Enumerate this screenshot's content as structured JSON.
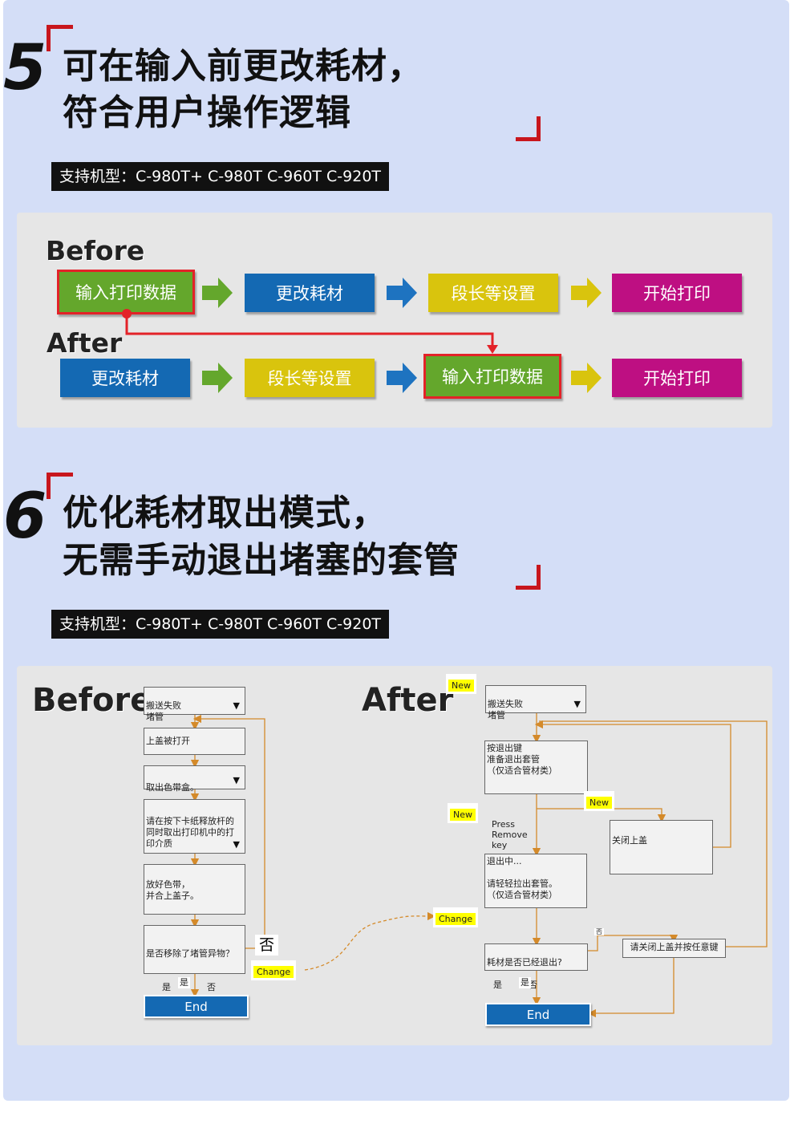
{
  "section5": {
    "number": "5",
    "title_line1": "可在输入前更改耗材，",
    "title_line2": "符合用户操作逻辑",
    "support": "支持机型：C-980T+ C-980T C-960T C-920T",
    "before_label": "Before",
    "after_label": "After",
    "before_steps": [
      "输入打印数据",
      "更改耗材",
      "段长等设置",
      "开始打印"
    ],
    "after_steps": [
      "更改耗材",
      "段长等设置",
      "输入打印数据",
      "开始打印"
    ]
  },
  "section6": {
    "number": "6",
    "title_line1": "优化耗材取出模式，",
    "title_line2": "无需手动退出堵塞的套管",
    "support": "支持机型：C-980T+ C-980T C-960T C-920T",
    "before": {
      "label": "Before",
      "box1": "搬送失败\n堵管",
      "box2": "上盖被打开",
      "box3": "取出色带盒。",
      "box4": "请在按下卡纸释放杆的\n同时取出打印机中的打\n印介质",
      "box5": "放好色带，\n并合上盖子。",
      "box6": "是否移除了堵管异物？",
      "box6_yes": "是",
      "box6_no": "否",
      "yes_label": "是",
      "no_label": "否",
      "change_tag": "Change",
      "end": "End"
    },
    "after": {
      "label": "After",
      "new_tag_top": "New",
      "new_tag_mid": "New",
      "new_tag_right": "New",
      "change_tag": "Change",
      "box1": "搬送失败\n堵管",
      "box2": "按退出键\n准备退出套管\n（仅适合管材类）",
      "press": "Press\nRemove\nkey",
      "box3": "退出中...\n\n请轻轻拉出套管。\n（仅适合管材类）",
      "box_close": "关闭上盖",
      "box4": "耗材是否已经退出?",
      "box4_yes": "是",
      "box4_no": "否",
      "no_label": "否",
      "box_close2": "请关闭上盖并按任意键",
      "yes_label": "是",
      "end": "End"
    }
  },
  "colors": {
    "background": "#d4def7",
    "panel": "#e6e6e6",
    "green": "#64a72c",
    "blue": "#1469b3",
    "yellow": "#d9c40d",
    "magenta": "#be0f82",
    "red": "#e32228",
    "flow_line": "#d48a2a"
  },
  "icons": [
    "arrow-right-icon",
    "dropdown-icon",
    "red-bracket-icon"
  ]
}
